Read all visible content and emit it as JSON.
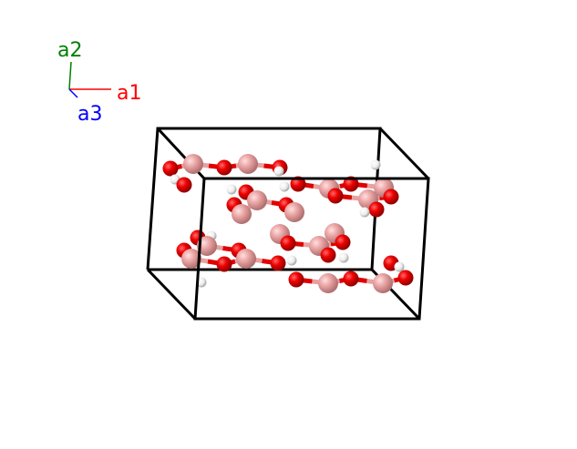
{
  "axes": {
    "a1": {
      "label": "a1",
      "color": "#ff0000"
    },
    "a2": {
      "label": "a2",
      "color": "#008000"
    },
    "a3": {
      "label": "a3",
      "color": "#0000ff"
    }
  },
  "colors": {
    "oxygen": "#e00000",
    "boron": "#f0a8a8",
    "hydrogen": "#f4f4f4",
    "cell": "#000000"
  }
}
